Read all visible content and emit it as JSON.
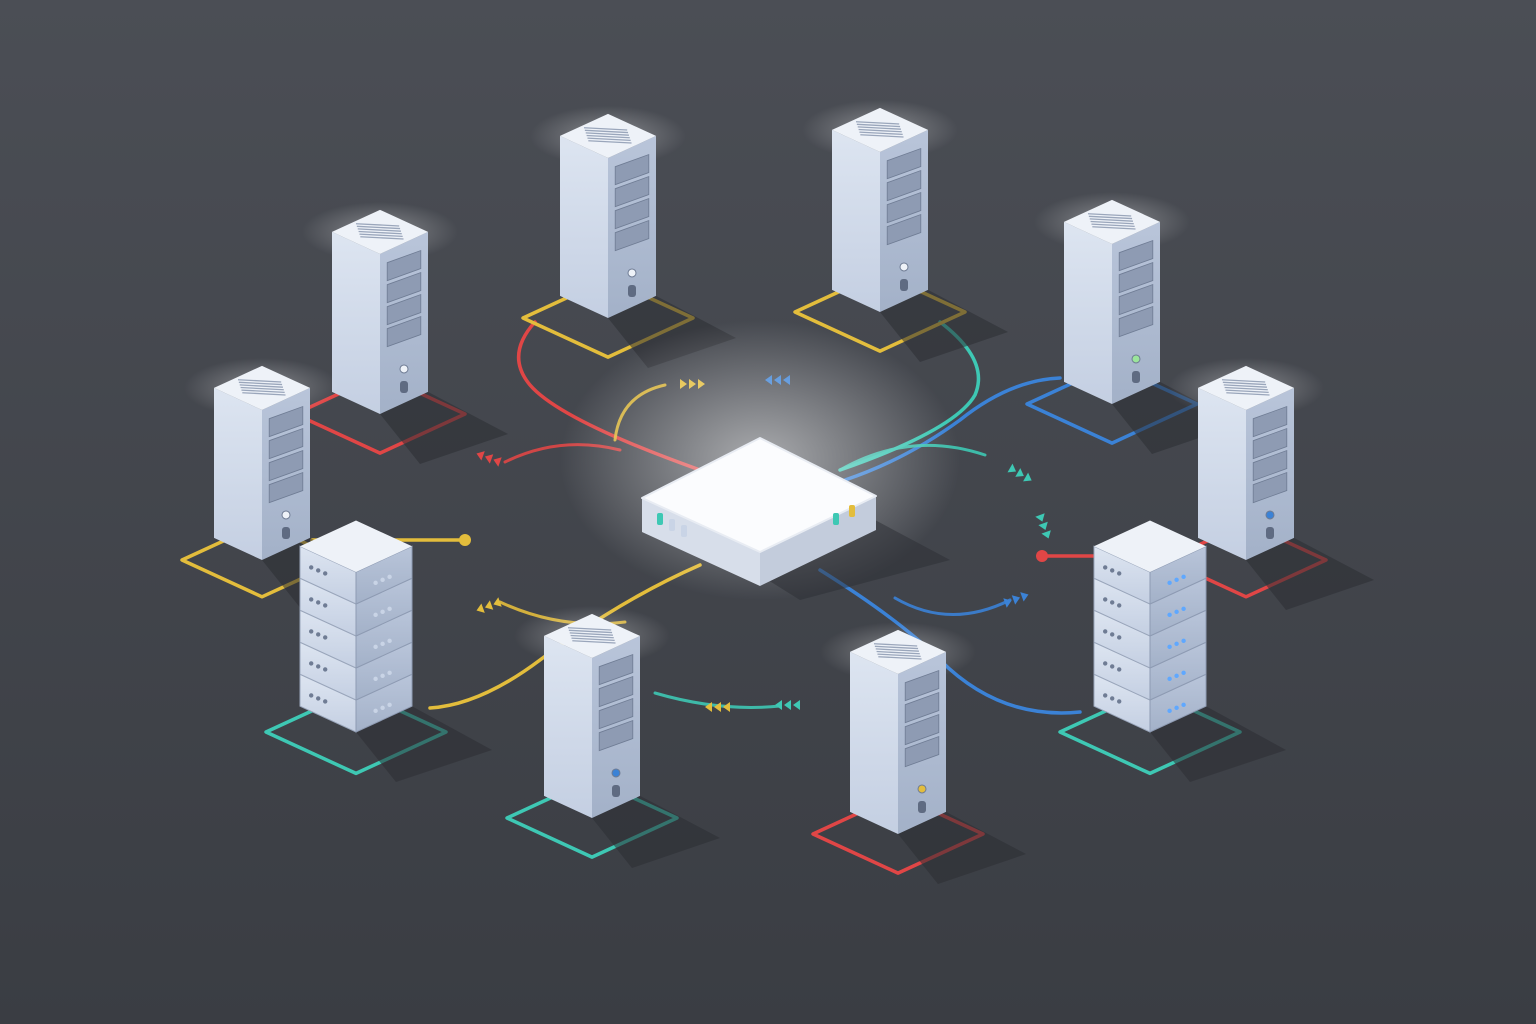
{
  "diagram": {
    "background": {
      "top": "#4a4d53",
      "bottom": "#3a3d43",
      "glow": "#ffffff"
    },
    "palette": {
      "red": "#e04646",
      "yellow": "#e3bd3c",
      "teal": "#3ec8b4",
      "blue": "#3b82d6",
      "server_light": "#eef2f8",
      "server_mid": "#c9d4e6",
      "server_dark": "#a9b6cc",
      "hub_top": "#fbfcfe",
      "hub_side": "#d7deea"
    },
    "hub": {
      "name": "central-hub",
      "leds": [
        {
          "color": "#3ec8b4"
        },
        {
          "color": "#c9d4e6"
        },
        {
          "color": "#c9d4e6"
        },
        {
          "color": "#3ec8b4"
        },
        {
          "color": "#e3bd3c"
        }
      ]
    },
    "nodes": [
      {
        "id": "tower-top-left-center",
        "kind": "tower",
        "pad": "yellow",
        "led": "#eef2f8"
      },
      {
        "id": "tower-top-right-center",
        "kind": "tower",
        "pad": "yellow",
        "led": "#eef2f8"
      },
      {
        "id": "tower-upper-left",
        "kind": "tower",
        "pad": "red",
        "led": "#eef2f8"
      },
      {
        "id": "tower-upper-right",
        "kind": "tower",
        "pad": "blue",
        "led": "#9be59b"
      },
      {
        "id": "tower-left",
        "kind": "tower",
        "pad": "yellow",
        "led": "#eef2f8"
      },
      {
        "id": "tower-right",
        "kind": "tower",
        "pad": "red",
        "led": "#3b82d6"
      },
      {
        "id": "stack-left",
        "kind": "stack",
        "pad": "teal",
        "led": "#c9d4e6"
      },
      {
        "id": "stack-right",
        "kind": "stack",
        "pad": "teal",
        "led": "#5fa8ff"
      },
      {
        "id": "tower-bottom-left",
        "kind": "tower",
        "pad": "teal",
        "led": "#3b82d6"
      },
      {
        "id": "tower-bottom-right",
        "kind": "tower",
        "pad": "red",
        "led": "#e3bd3c"
      }
    ],
    "links": [
      {
        "id": "link-top-left",
        "color": "red"
      },
      {
        "id": "link-top-right",
        "color": "teal"
      },
      {
        "id": "link-upper-right",
        "color": "blue"
      },
      {
        "id": "link-left-yellow",
        "color": "yellow"
      },
      {
        "id": "link-bottom-left-yellow",
        "color": "yellow"
      },
      {
        "id": "link-right-blue",
        "color": "blue"
      },
      {
        "id": "link-right-red",
        "color": "red"
      }
    ],
    "flow_arcs": [
      {
        "id": "arc-upper-left-yellow",
        "color": "yellow"
      },
      {
        "id": "arc-left-red",
        "color": "red"
      },
      {
        "id": "arc-lower-left-yellow",
        "color": "yellow"
      },
      {
        "id": "arc-upper-right-teal",
        "color": "teal"
      },
      {
        "id": "arc-lower-right-blue",
        "color": "blue"
      },
      {
        "id": "arc-bottom-center",
        "color": "teal"
      }
    ]
  }
}
